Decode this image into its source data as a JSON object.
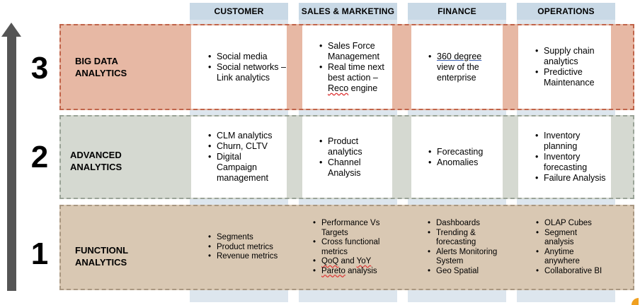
{
  "columns": [
    "CUSTOMER",
    "SALES & MARKETING",
    "FINANCE",
    "OPERATIONS"
  ],
  "levels": [
    {
      "number": "3",
      "label_line1": "BIG DATA",
      "label_line2": "ANALYTICS",
      "cells": [
        [
          "Social media",
          "Social networks – Link analytics"
        ],
        [
          "Sales Force Management",
          "Real time next best action – Reco engine"
        ],
        [
          "360 degree view of the enterprise"
        ],
        [
          "Supply chain analytics",
          "Predictive Maintenance"
        ]
      ]
    },
    {
      "number": "2",
      "label_line1": "ADVANCED",
      "label_line2": "ANALYTICS",
      "cells": [
        [
          "CLM analytics",
          "Churn, CLTV",
          "Digital Campaign management"
        ],
        [
          "Product analytics",
          "Channel Analysis"
        ],
        [
          "Forecasting",
          "Anomalies"
        ],
        [
          "Inventory planning",
          "Inventory forecasting",
          "Failure Analysis"
        ]
      ]
    },
    {
      "number": "1",
      "label_line1": "FUNCTIONL",
      "label_line2": "ANALYTICS",
      "cells": [
        [
          "Segments",
          "Product metrics",
          "Revenue metrics"
        ],
        [
          "Performance Vs Targets",
          "Cross functional metrics",
          "QoQ and YoY",
          "Pareto analysis"
        ],
        [
          "Dashboards",
          "Trending & forecasting",
          "Alerts Monitoring System",
          "Geo Spatial"
        ],
        [
          "OLAP Cubes",
          "Segment analysis",
          "Anytime anywhere",
          "Collaborative BI"
        ]
      ]
    }
  ]
}
